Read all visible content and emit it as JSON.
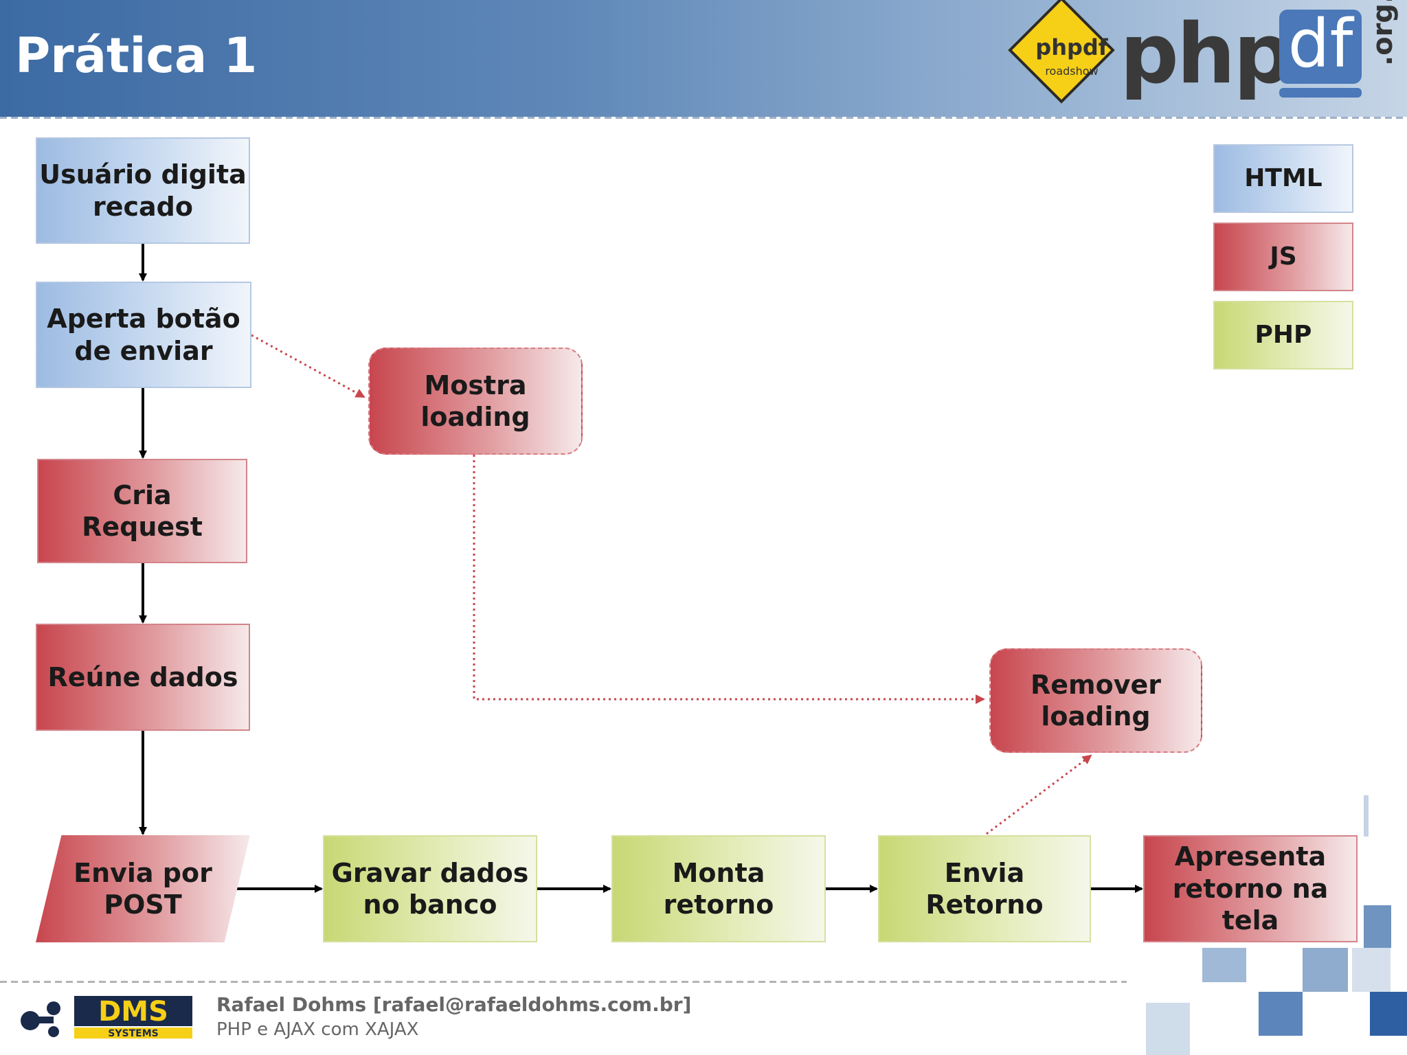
{
  "slide": {
    "title": "Prática 1"
  },
  "logo": {
    "badge_top": "phpdf",
    "badge_bottom": "roadshow",
    "word": "php",
    "df": "df",
    "domain": ".org.br"
  },
  "legend": {
    "html": "HTML",
    "js": "JS",
    "php": "PHP"
  },
  "nodes": {
    "usuario": "Usuário digita\nrecado",
    "aperta": "Aperta botão\nde enviar",
    "cria": "Cria\nRequest",
    "reune": "Reúne dados",
    "envia_post": "Envia por\nPOST",
    "mostra": "Mostra\nloading",
    "gravar": "Gravar dados\nno banco",
    "monta": "Monta\nretorno",
    "envia_retorno": "Envia\nRetorno",
    "remover": "Remover\nloading",
    "apresenta": "Apresenta\nretorno na\ntela"
  },
  "colors": {
    "html": "#9dbbe2",
    "js": "#c8464e",
    "php": "#c8d874",
    "header": "#3c6aa3"
  },
  "footer": {
    "author": "Rafael Dohms [rafael@rafaeldohms.com.br]",
    "subtitle": "PHP e AJAX com XAJAX",
    "logo_text": "DMS",
    "logo_sub": "SYSTEMS"
  }
}
